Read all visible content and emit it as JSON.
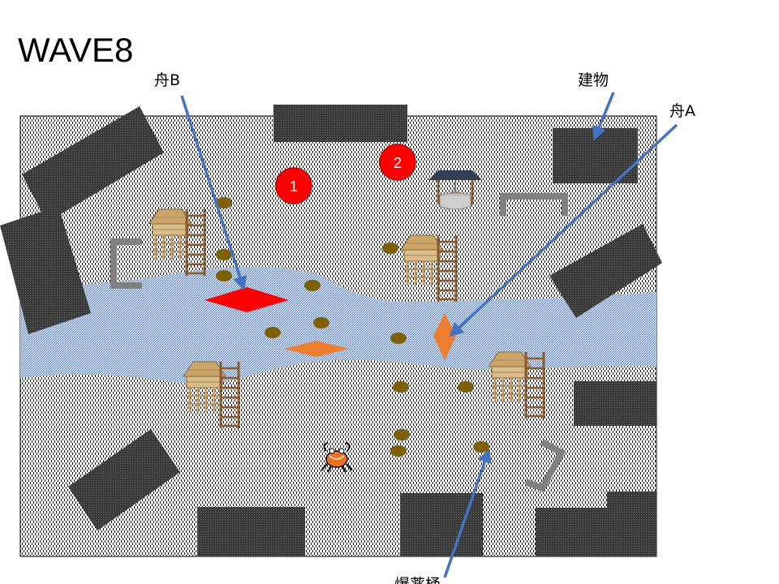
{
  "wave_title": "WAVE8",
  "annotations": {
    "boat_b": "舟B",
    "building": "建物",
    "boat_a": "舟A",
    "bottom_label": "爆薬桶"
  },
  "markers": [
    "1",
    "2"
  ],
  "colors": {
    "water": "#b4c7e7",
    "building": "#3f3f3f",
    "arrow": "#4472c4",
    "marker": "#ff0000",
    "boat_a": "#ed7d31",
    "boat_b": "#ff0000",
    "barrel": "#7f6000",
    "bracket": "#808080"
  },
  "icons": [
    "stilt-house-icon",
    "well-icon",
    "crab-player-icon",
    "barrel-icon",
    "boat-icon"
  ]
}
